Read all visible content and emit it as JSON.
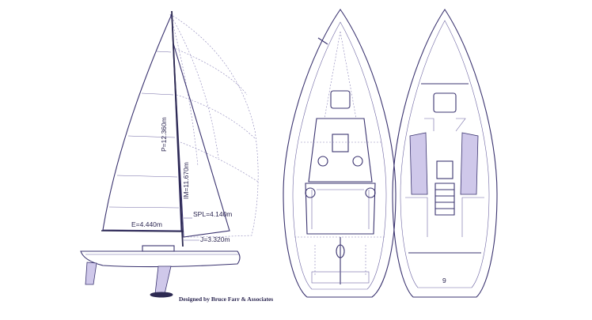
{
  "drawing": {
    "colors": {
      "ink": "#3b3470",
      "background": "#ffffff",
      "accent_fill": "#cfc8ea"
    },
    "sail_plan": {
      "dimensions": {
        "p": "P=12.360m",
        "im": "IM=11.670m",
        "e": "E=4.440m",
        "spl": "SPL=4.140m",
        "j": "J=3.320m"
      }
    },
    "credit": "Designed by Bruce Farr & Associates",
    "interior": {
      "marker": "9"
    }
  }
}
